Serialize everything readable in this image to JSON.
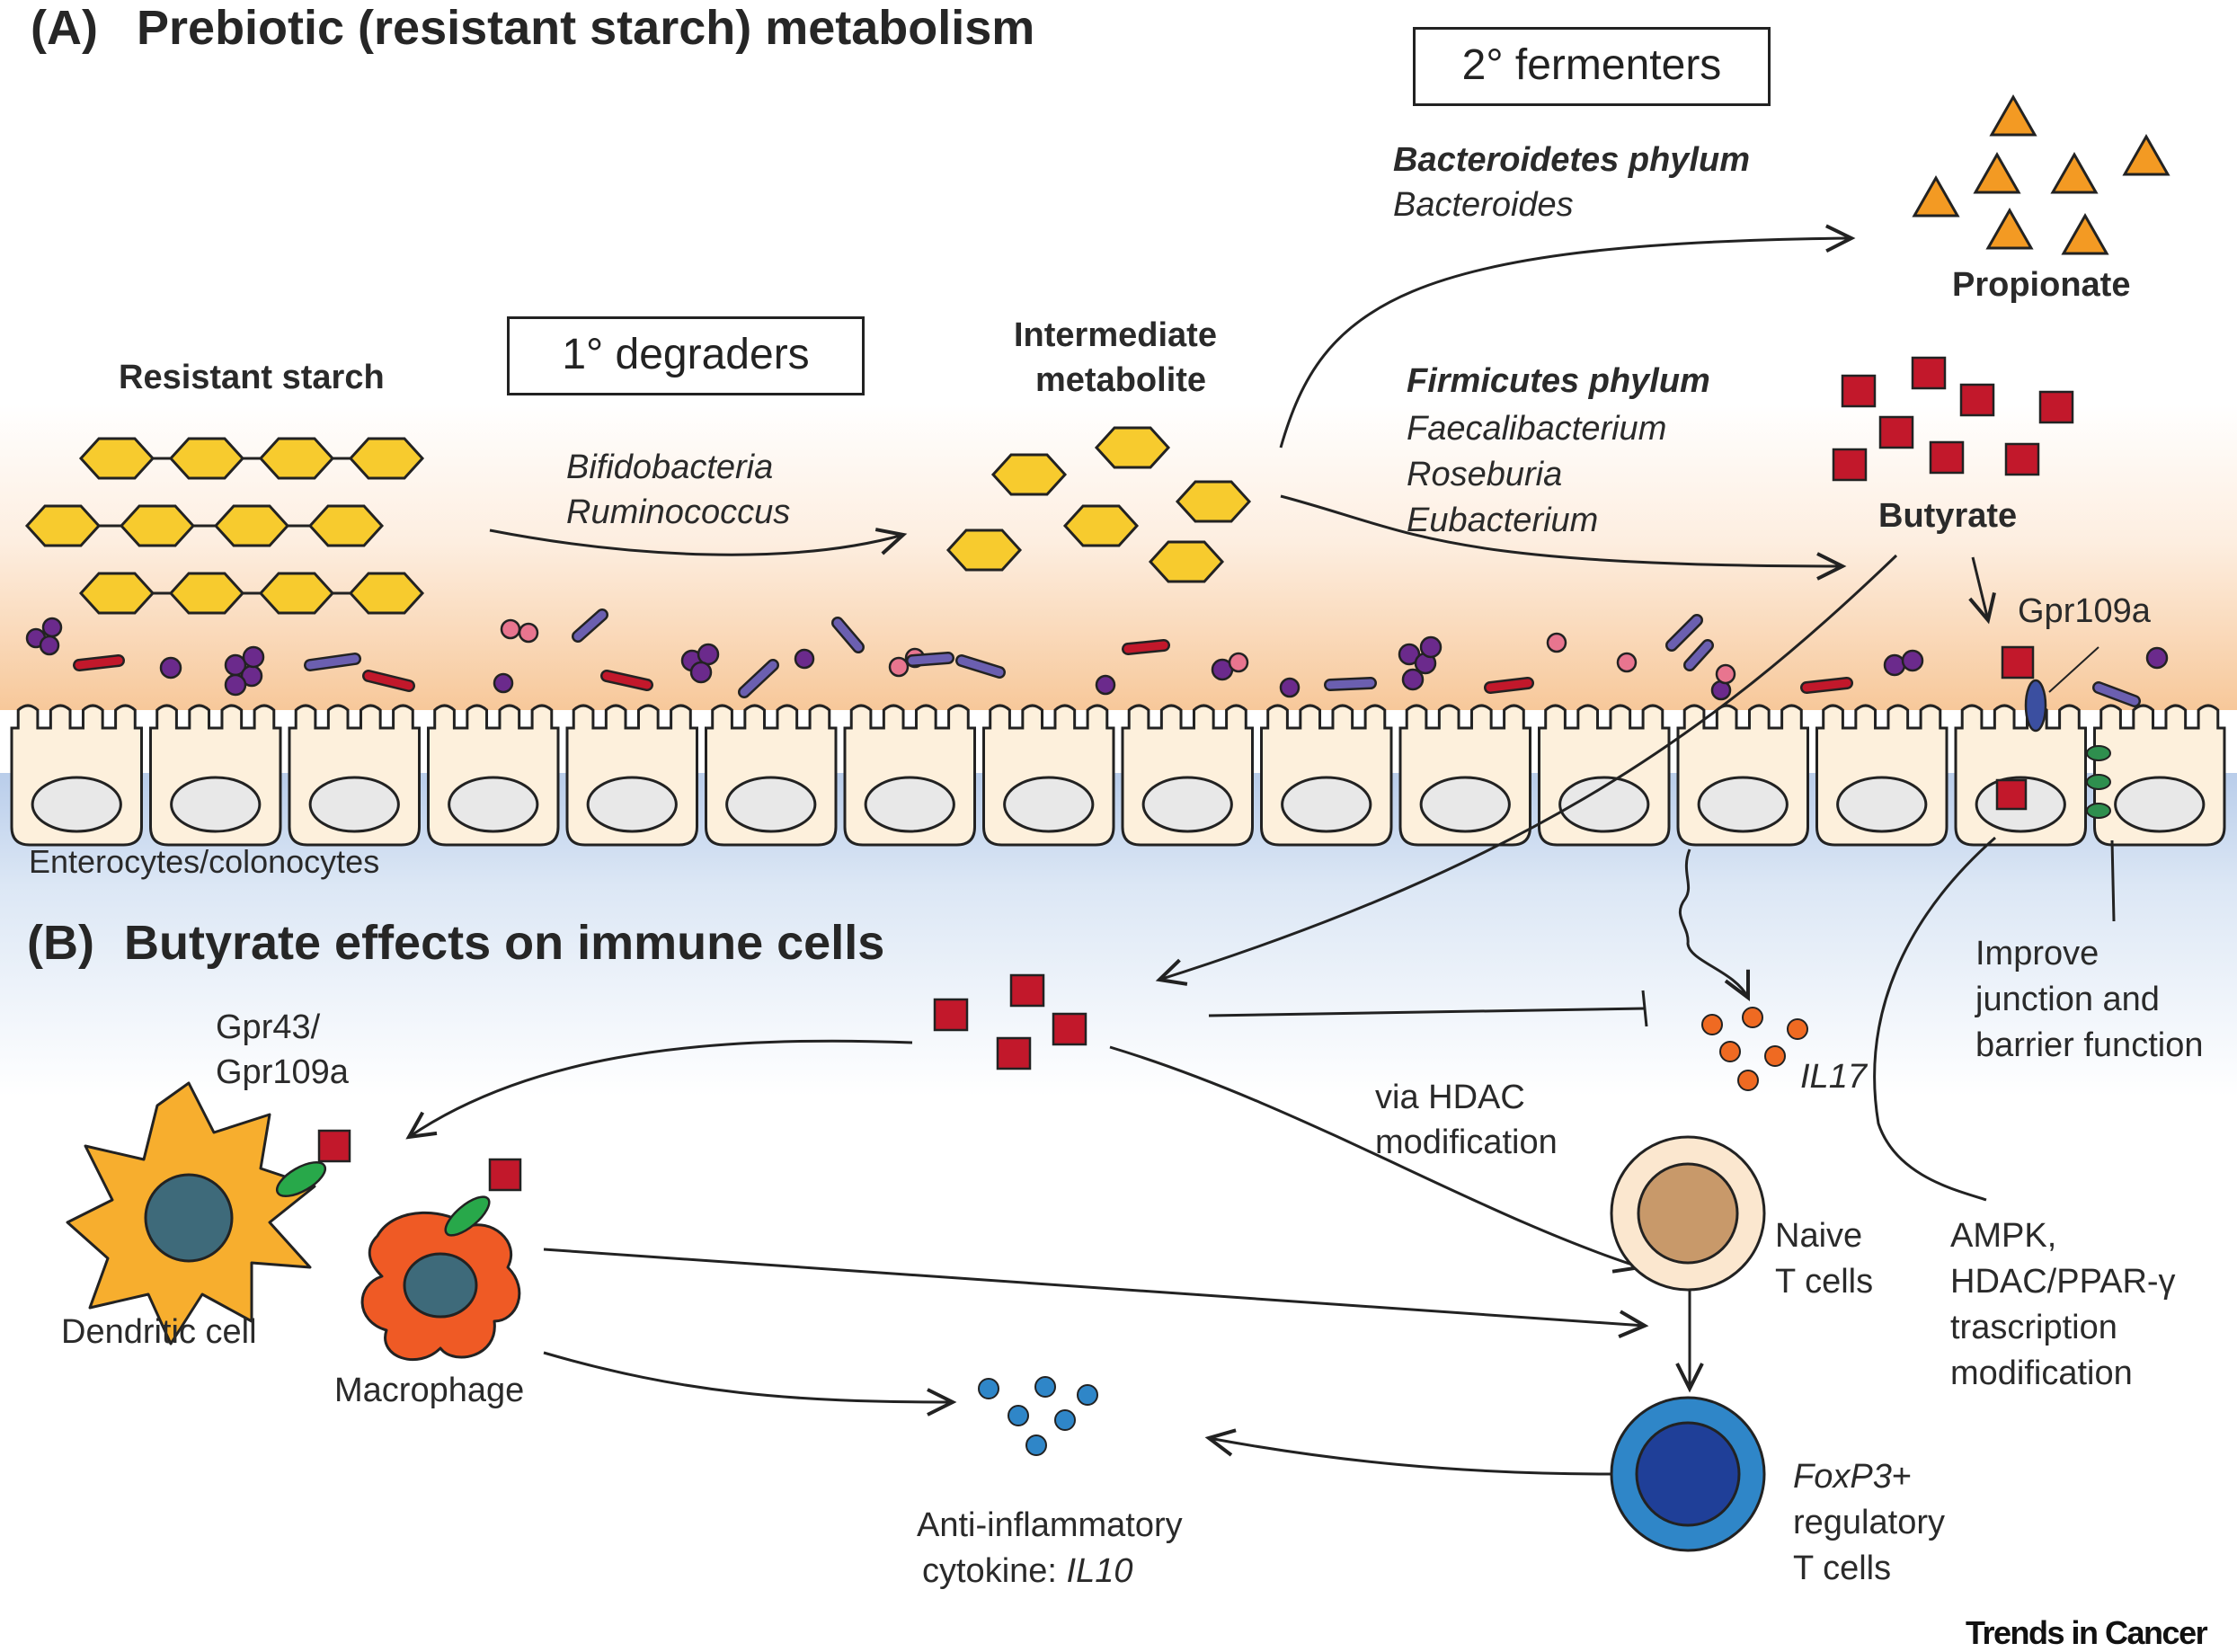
{
  "panel_a": {
    "title_letter": "(A)",
    "title": "Prebiotic (resistant starch) metabolism",
    "primary_box": "1° degraders",
    "secondary_box": "2° fermenters",
    "resistant_starch": "Resistant starch",
    "degraders": [
      "Bifidobacteria",
      "Ruminococcus"
    ],
    "intermediate": [
      "Intermediate",
      "metabolite"
    ],
    "bacteroidetes_title": "Bacteroidetes phylum",
    "bacteroidetes_genus": "Bacteroides",
    "firmicutes_title": "Firmicutes phylum",
    "firmicutes_genera": [
      "Faecalibacterium",
      "Roseburia",
      "Eubacterium"
    ],
    "propionate": "Propionate",
    "butyrate": "Butyrate",
    "gpr109a": "Gpr109a",
    "epithelium": "Enterocytes/colonocytes"
  },
  "panel_b": {
    "title_letter": "(B)",
    "title": "Butyrate effects on immune cells",
    "gpr43": [
      "Gpr43/",
      "Gpr109a"
    ],
    "dendritic": "Dendritic cell",
    "macrophage": "Macrophage",
    "hdac": [
      "via HDAC",
      "modification"
    ],
    "il17": "IL17",
    "barrier": [
      "Improve",
      "junction and",
      "barrier function"
    ],
    "naive": [
      "Naive",
      "T cells"
    ],
    "ampk": [
      "AMPK,",
      "HDAC/PPAR-γ",
      "trascription",
      "modification"
    ],
    "foxp3_italic": "FoxP3",
    "foxp3_rest": "+",
    "foxp3_lines": [
      "regulatory",
      "T cells"
    ],
    "cytokine_line1": "Anti-inflammatory",
    "cytokine_line2_prefix": "cytokine: ",
    "cytokine_line2_italic": "IL10"
  },
  "journal": "Trends in Cancer",
  "colors": {
    "starch_yellow": "#f7cb2e",
    "propionate_orange": "#f39a23",
    "butyrate_red": "#c2182b",
    "bacteria_purple": "#6b2a8c",
    "bacteria_pink": "#e8758f",
    "il17_orange": "#ef6a22",
    "il10_blue": "#2f86c8",
    "treg_blue": "#1f5fb0",
    "dendritic_yellow": "#f7ae2e",
    "macrophage_orange": "#ef5a25",
    "receptor_green": "#28a84a"
  }
}
